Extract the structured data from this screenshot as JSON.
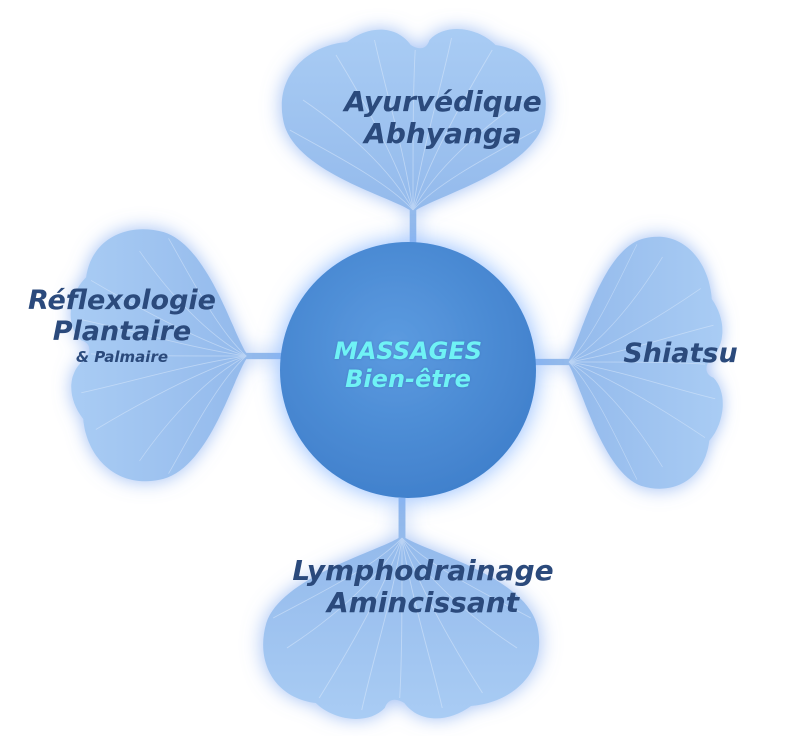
{
  "center": {
    "line1": "MASSAGES",
    "line2": "Bien-être"
  },
  "branches": {
    "top": {
      "line1": "Ayurvédique",
      "line2": "Abhyanga"
    },
    "left": {
      "line1": "Réflexologie",
      "line2": "Plantaire",
      "line3": "& Palmaire"
    },
    "right": {
      "line1": "Shiatsu"
    },
    "bottom": {
      "line1": "Lymphodrainage",
      "line2": "Amincissant"
    }
  },
  "colors": {
    "leaf_fill": "#9ec3f0",
    "leaf_glow": "#7fa8f0",
    "vein": "#d9e8fb",
    "center_fill": "#4a8ad4",
    "center_glow": "#7cb0ff",
    "label_text": "#2b4a7c",
    "center_text": "#6ff2f5"
  }
}
